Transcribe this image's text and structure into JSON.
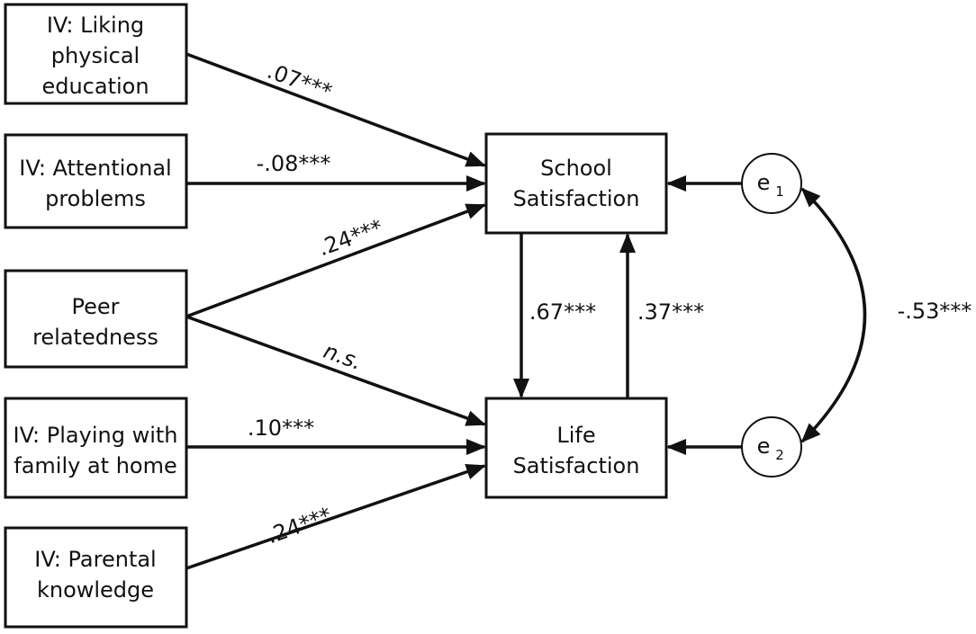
{
  "predictors": [
    {
      "line1": "IV: Liking",
      "line2": "physical",
      "line3": "education"
    },
    {
      "line1": "IV: Attentional",
      "line2": "problems"
    },
    {
      "line1": "Peer",
      "line2": "relatedness"
    },
    {
      "line1": "IV: Playing with",
      "line2": "family at home"
    },
    {
      "line1": "IV: Parental",
      "line2": "knowledge"
    }
  ],
  "outcomes": {
    "school": {
      "line1": "School",
      "line2": "Satisfaction"
    },
    "life": {
      "line1": "Life",
      "line2": "Satisfaction"
    }
  },
  "errors": {
    "e1": {
      "base": "e",
      "sub": "1"
    },
    "e2": {
      "base": "e",
      "sub": "2"
    }
  },
  "coefficients": {
    "liking_school": ".07***",
    "attention_school": "-.08***",
    "peer_school": ".24***",
    "peer_life": "n.s.",
    "playing_life": ".10***",
    "parental_life": ".24***",
    "school_to_life": ".67***",
    "life_to_school": ".37***",
    "error_covariance": "-.53***"
  },
  "colors": {
    "stroke": "#111111",
    "background": "#ffffff"
  }
}
